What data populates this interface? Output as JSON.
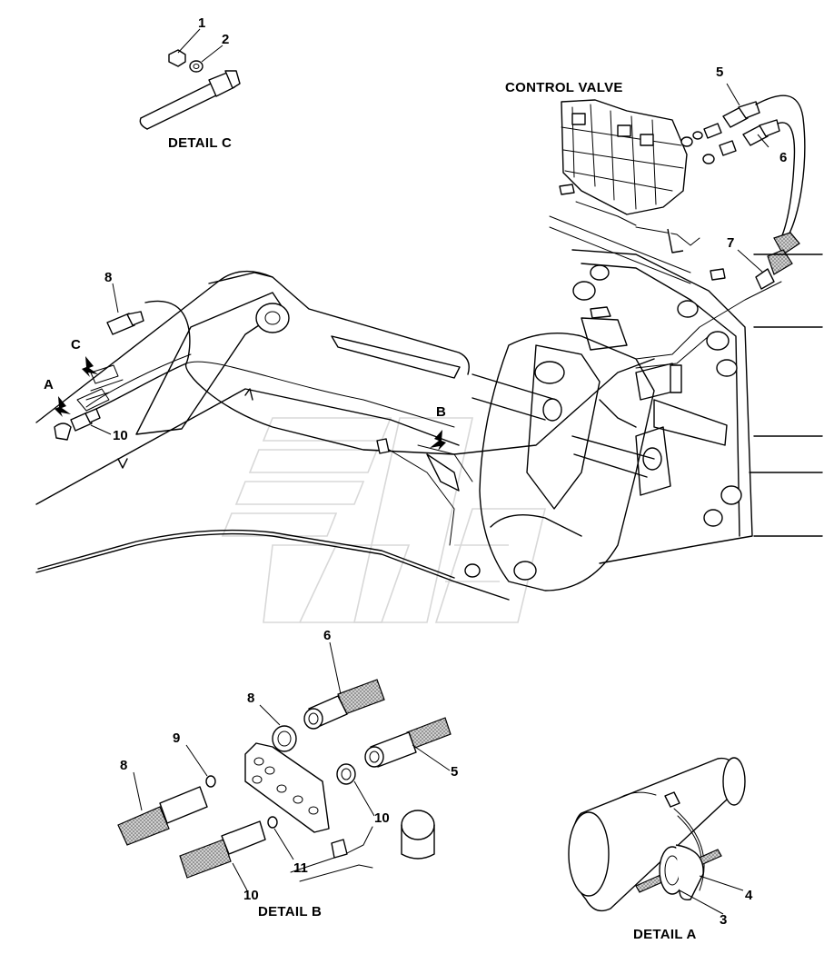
{
  "captions": {
    "detail_a": "DETAIL A",
    "detail_b": "DETAIL B",
    "detail_c": "DETAIL C",
    "control_valve": "CONTROL VALVE"
  },
  "view_markers": {
    "a": "A",
    "b": "B",
    "c": "C"
  },
  "callouts": {
    "c1": "1",
    "c2": "2",
    "main5": "5",
    "main6": "6",
    "main7": "7",
    "main8": "8",
    "main10": "10",
    "b6": "6",
    "b8_top": "8",
    "b9": "9",
    "b8_left": "8",
    "b5": "5",
    "b10_right": "10",
    "b11": "11",
    "b10_bottom": "10",
    "a4": "4",
    "a3": "3"
  }
}
